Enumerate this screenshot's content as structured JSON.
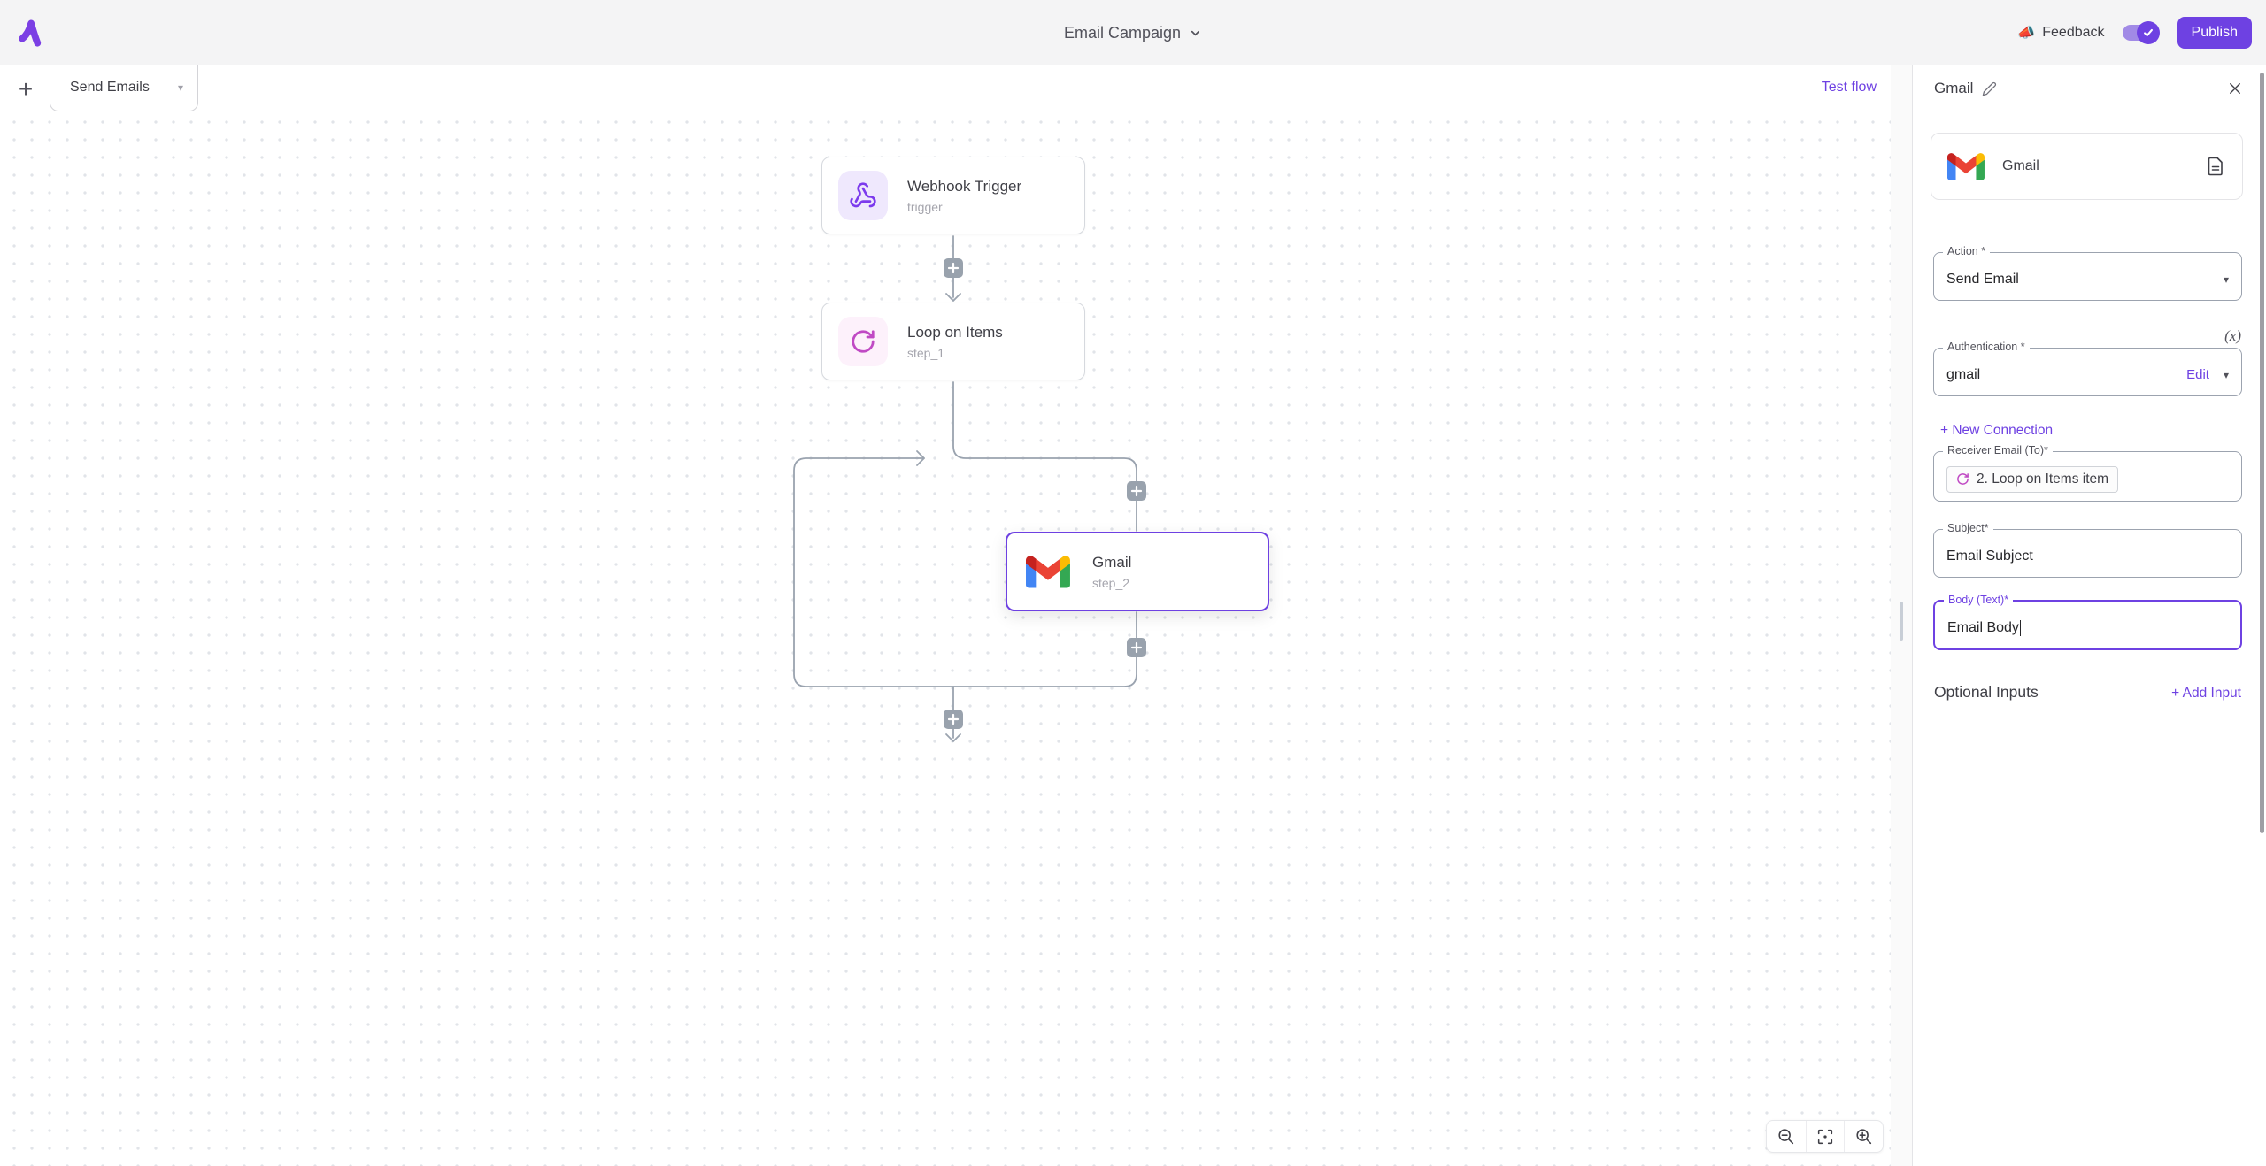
{
  "topbar": {
    "title": "Email Campaign",
    "feedback": {
      "icon": "📣",
      "label": "Feedback"
    },
    "toggle_state": "on",
    "publish_label": "Publish"
  },
  "canvas": {
    "add_flow_icon": "+",
    "tab": {
      "label": "Send Emails"
    },
    "test_flow_label": "Test flow",
    "nodes": [
      {
        "title": "Webhook Trigger",
        "subtitle": "trigger",
        "selected": false
      },
      {
        "title": "Loop on Items",
        "subtitle": "step_1",
        "selected": false
      },
      {
        "title": "Gmail",
        "subtitle": "step_2",
        "selected": true
      }
    ],
    "zoom_controls": [
      "zoom-out",
      "fit-view",
      "zoom-in"
    ]
  },
  "panel": {
    "header_title": "Gmail",
    "piece_name": "Gmail",
    "action": {
      "label": "Action *",
      "value": "Send Email"
    },
    "dynamic_value_label": "(x)",
    "auth": {
      "label": "Authentication *",
      "value": "gmail",
      "edit_label": "Edit"
    },
    "new_connection_label": "+ New Connection",
    "receiver": {
      "label": "Receiver Email (To)*",
      "chip_text": "2. Loop on Items item"
    },
    "subject": {
      "label": "Subject*",
      "value": "Email Subject"
    },
    "body": {
      "label": "Body (Text)*",
      "value": "Email Body"
    },
    "optional_inputs_label": "Optional Inputs",
    "add_input_label": "+ Add Input"
  },
  "icons": {
    "caret_down": "▾"
  },
  "colors": {
    "primary": "#6e41e2",
    "webhook_icon": "#7c3aed",
    "loop_icon": "#c04ac4",
    "connector": "#9aa3af",
    "topbar_bg": "#f4f4f5"
  }
}
